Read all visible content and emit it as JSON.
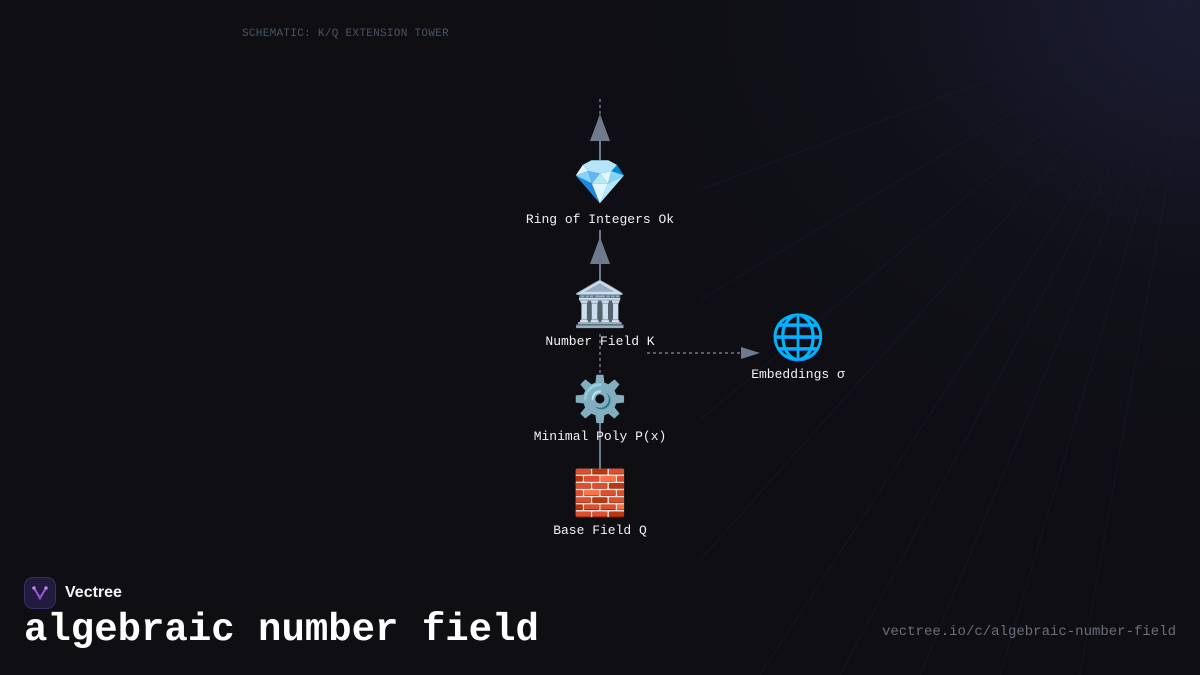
{
  "schematic_label": "SCHEMATIC: K/Q EXTENSION TOWER",
  "nodes": {
    "ring_of_integers": {
      "icon": "💎",
      "icon_name": "gem-icon",
      "label": "Ring of Integers Ok"
    },
    "number_field": {
      "icon": "🏛️",
      "icon_name": "classical-building-icon",
      "label": "Number Field K"
    },
    "minimal_poly": {
      "icon": "⚙️",
      "icon_name": "gear-icon",
      "label": "Minimal Poly P(x)"
    },
    "base_field": {
      "icon": "🧱",
      "icon_name": "brick-icon",
      "label": "Base Field Q"
    },
    "embeddings": {
      "icon": "🌐",
      "icon_name": "globe-icon",
      "label": "Embeddings σ"
    }
  },
  "brand": {
    "name": "Vectree",
    "logo_icon": "vectree-logo-icon"
  },
  "title": "algebraic number field",
  "url": "vectree.io/c/algebraic-number-field",
  "colors": {
    "background": "#0e0e13",
    "edge": "#6f7a8c",
    "schematic_text": "#4a5468",
    "url_text": "#6b6f7a",
    "brand_accent": "#a35ce0"
  }
}
